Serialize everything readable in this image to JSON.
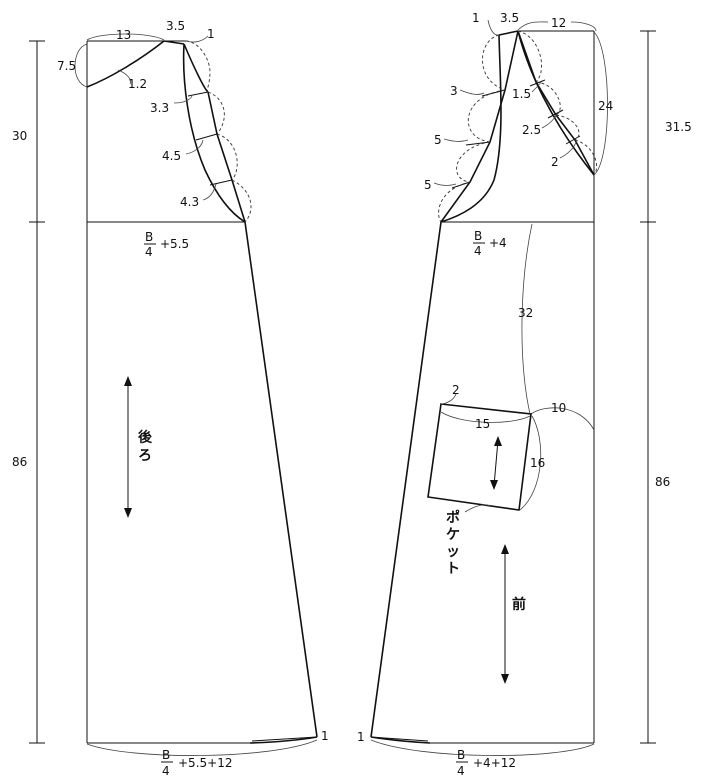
{
  "back_panel": {
    "dims": {
      "top_width": "13",
      "shoulder_drop": "3.5",
      "shoulder_ext": "1",
      "neck_depth": "7.5",
      "neck_curve": "1.2",
      "scallop_1": "3.3",
      "scallop_2": "4.5",
      "scallop_3": "4.3",
      "armhole_height": "30",
      "skirt_length": "86",
      "hem_rise": "1"
    },
    "bust_formula": {
      "numerator": "B",
      "denominator": "4",
      "suffix": "+5.5"
    },
    "hem_formula": {
      "numerator": "B",
      "denominator": "4",
      "suffix": "+5.5+12"
    },
    "label": "後ろ"
  },
  "front_panel": {
    "dims": {
      "shoulder_ext": "1",
      "shoulder_drop": "3.5",
      "top_width": "12",
      "scallop_a1": "3",
      "scallop_a2": "5",
      "scallop_a3": "5",
      "scallop_b1": "1.5",
      "scallop_b2": "2.5",
      "scallop_b3": "2",
      "neck_depth": "24",
      "armhole_height": "31.5",
      "skirt_length": "86",
      "pocket_position": "32",
      "pocket_side": "10",
      "pocket_height": "16",
      "pocket_width": "15",
      "pocket_rise": "2",
      "hem_rise": "1"
    },
    "bust_formula": {
      "numerator": "B",
      "denominator": "4",
      "suffix": "+4"
    },
    "hem_formula": {
      "numerator": "B",
      "denominator": "4",
      "suffix": "+4+12"
    },
    "label": "前",
    "pocket_label": "ポケット"
  }
}
